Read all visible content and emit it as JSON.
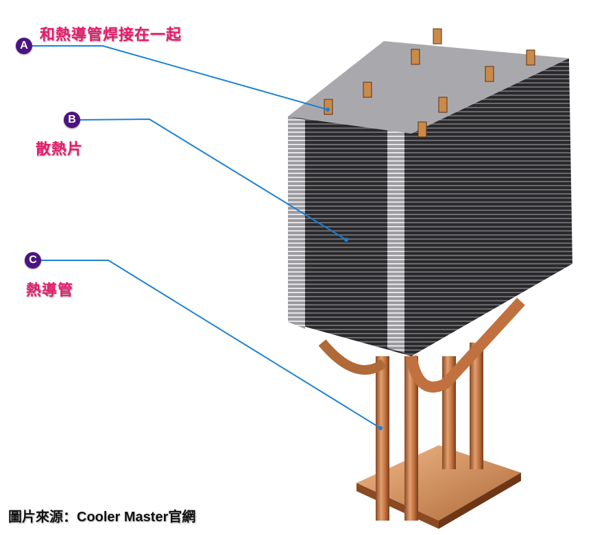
{
  "callouts": [
    {
      "marker": "A",
      "label": "和熱導管焊接在一起"
    },
    {
      "marker": "B",
      "label": "散熱片"
    },
    {
      "marker": "C",
      "label": "熱導管"
    }
  ],
  "credit": "圖片來源：Cooler Master官網",
  "colors": {
    "label": "#e8196b",
    "marker": "#4b1580",
    "leader_line": "#1a7fd6"
  }
}
